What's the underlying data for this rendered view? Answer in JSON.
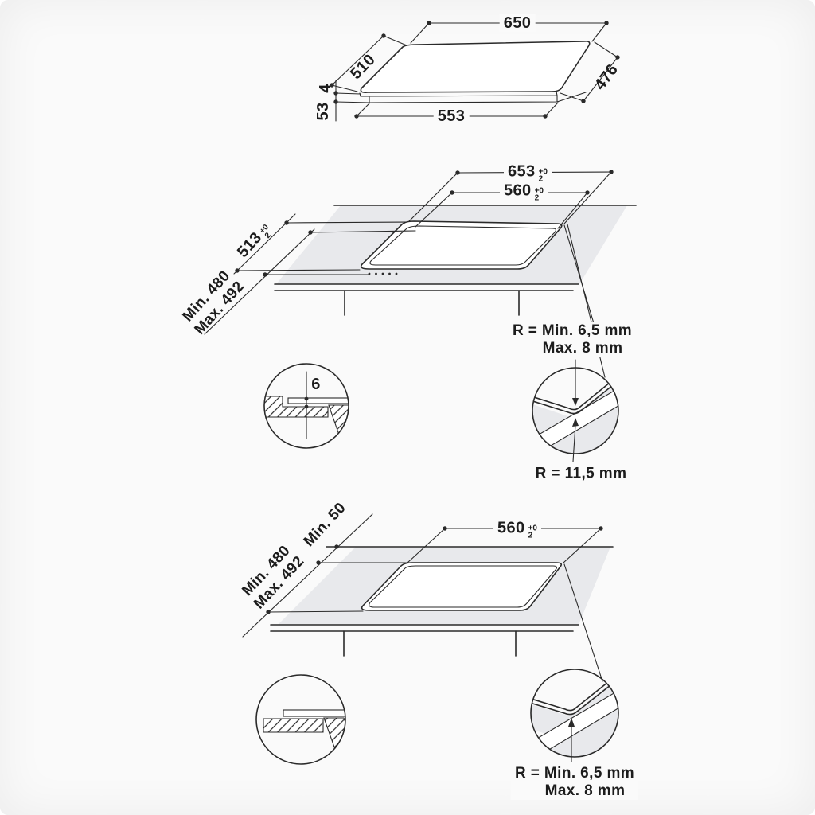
{
  "tolerance": {
    "plus": "+0",
    "minus": "2"
  },
  "top_view": {
    "glass_width": "650",
    "glass_depth": "510",
    "body_depth": "476",
    "glass_thickness": "4",
    "body_height": "53",
    "body_width": "553"
  },
  "flush_install": {
    "cutout_width_outer": "653",
    "cutout_width_inner": "560",
    "cutout_depth_outer": "513",
    "cutout_depth_min": "Min. 480",
    "cutout_depth_max": "Max. 492",
    "recess_depth": "6",
    "corner_radius_line1": "R = Min. 6,5 mm",
    "corner_radius_line2": "Max. 8 mm",
    "inner_corner_radius": "R = 11,5 mm"
  },
  "standard_install": {
    "cutout_width": "560",
    "back_clearance": "Min. 50",
    "cutout_depth_min": "Min. 480",
    "cutout_depth_max": "Max. 492",
    "corner_radius_line1": "R = Min. 6,5 mm",
    "corner_radius_line2": "Max. 8 mm"
  },
  "colors": {
    "line": "#2a2a2a",
    "worktop": "#e8e9ec",
    "background": "#fafafa"
  }
}
